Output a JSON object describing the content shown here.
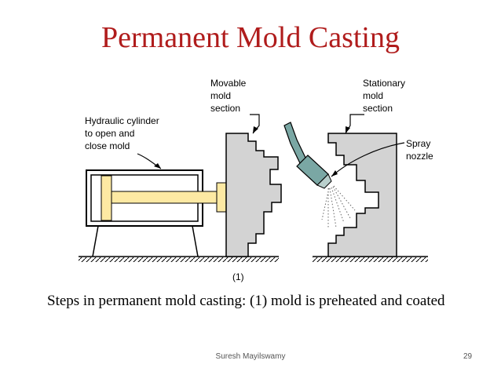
{
  "slide": {
    "title": "Permanent Mold Casting",
    "caption": "Steps in permanent mold casting: (1) mold is preheated and coated",
    "footer_author": "Suresh Mayilswamy",
    "page_number": "29"
  },
  "diagram": {
    "labels": {
      "movable_1": "Movable",
      "movable_2": "mold",
      "movable_3": "section",
      "stationary_1": "Stationary",
      "stationary_2": "mold",
      "stationary_3": "section",
      "hydraulic_1": "Hydraulic cylinder",
      "hydraulic_2": "to open and",
      "hydraulic_3": "close mold",
      "spray_1": "Spray",
      "spray_2": "nozzle",
      "step": "(1)"
    },
    "colors": {
      "mold": "#d3d3d3",
      "piston": "#fde9a3",
      "nozzle": "#7aa7a4",
      "title": "#b01c1c"
    }
  }
}
